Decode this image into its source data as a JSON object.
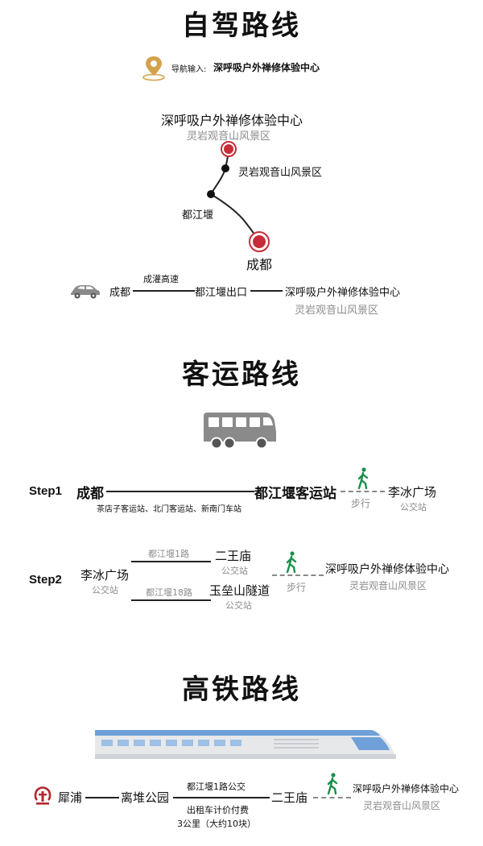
{
  "self_drive": {
    "heading": "自驾路线",
    "nav_prefix": "导航输入:",
    "nav_destination": "深呼吸户外禅修体验中心",
    "map": {
      "dest_name": "深呼吸户外禅修体验中心",
      "dest_sub": "灵岩观音山风景区",
      "waypoint1": "灵岩观音山风景区",
      "waypoint2": "都江堰",
      "origin": "成都"
    },
    "route": {
      "origin": "成都",
      "highway": "成灌高速",
      "exit": "都江堰出口",
      "dest": "深呼吸户外禅修体验中心",
      "dest_sub": "灵岩观音山风景区"
    },
    "colors": {
      "marker": "#c62d38",
      "nav_icon": "#d4a24a"
    },
    "icons": [
      "location-pin-icon",
      "car-icon"
    ]
  },
  "coach": {
    "heading": "客运路线",
    "icons": [
      "bus-icon",
      "walking-person-icon"
    ],
    "step1": {
      "label": "Step1",
      "origin": "成都",
      "stations": "茶店子客运站、北门客运站、新南门车站",
      "station_dest": "都江堰客运站",
      "walk": "步行",
      "stop": "李冰广场",
      "stop_sub": "公交站"
    },
    "step2": {
      "label": "Step2",
      "origin": "李冰广场",
      "origin_sub": "公交站",
      "bus1": "都江堰1路",
      "stop1": "二王庙",
      "stop1_sub": "公交站",
      "bus2": "都江堰18路",
      "stop2": "玉垒山隧道",
      "stop2_sub": "公交站",
      "walk": "步行",
      "dest": "深呼吸户外禅修体验中心",
      "dest_sub": "灵岩观音山风景区"
    },
    "colors": {
      "walker": "#1a8f4a"
    }
  },
  "rail": {
    "heading": "高铁路线",
    "icons": [
      "high-speed-train-icon",
      "railway-logo-icon",
      "walking-person-icon"
    ],
    "origin": "犀浦",
    "transfer": "离堆公园",
    "bus": "都江堰1路公交",
    "taxi": "出租车计价付费",
    "taxi_cost": "3公里（大约10块）",
    "stop": "二王庙",
    "dest": "深呼吸户外禅修体验中心",
    "dest_sub": "灵岩观音山风景区",
    "colors": {
      "logo": "#b3282d",
      "train_blue": "#6fa0d8"
    }
  }
}
